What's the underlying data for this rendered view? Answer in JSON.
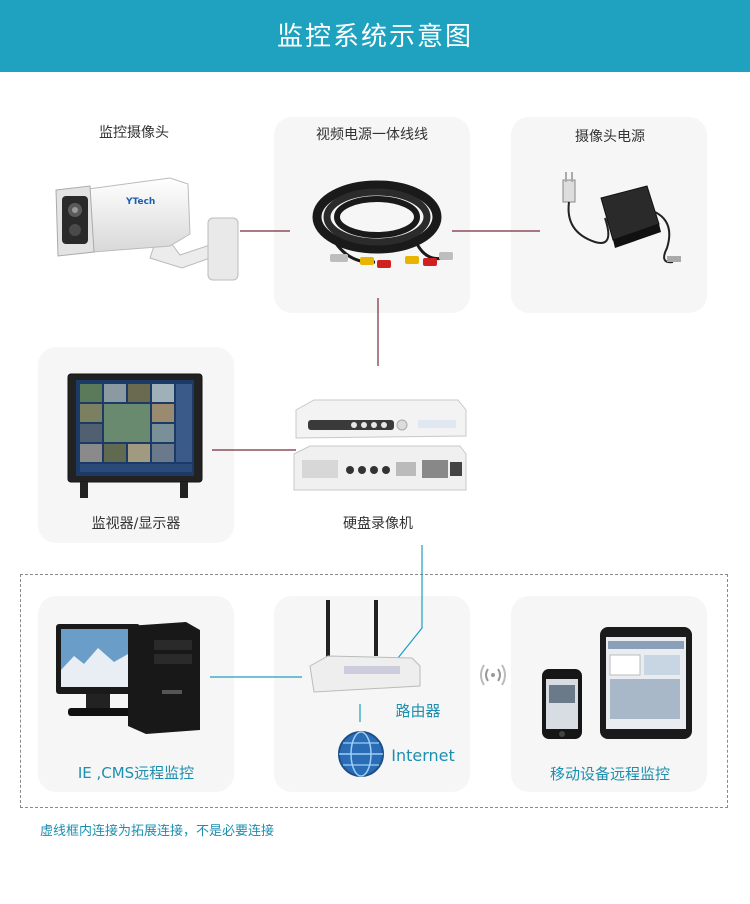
{
  "title": "监控系统示意图",
  "labels": {
    "camera": "监控摄像头",
    "cable": "视频电源一体线线",
    "power": "摄像头电源",
    "monitor": "监视器/显示器",
    "dvr": "硬盘录像机",
    "pc": "IE ,CMS远程监控",
    "router": "路由器",
    "internet": "Internet",
    "mobile": "移动设备远程监控"
  },
  "camera_brand": "YTech",
  "footnote": "虚线框内连接为拓展连接，不是必要连接",
  "colors": {
    "header": "#1ea2c0",
    "card": "#f6f6f6",
    "line_dark": "#7a2a3a",
    "line_teal": "#1c9fc0",
    "teal_text": "#1c8fb0"
  }
}
